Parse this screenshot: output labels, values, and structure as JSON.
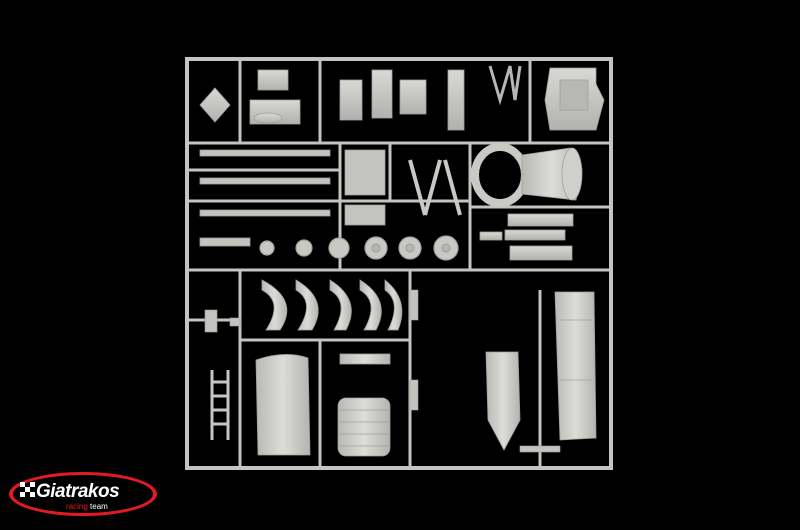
{
  "logo": {
    "brand": "Giatrakos",
    "tagline_red": "racing",
    "tagline_white": "team",
    "colors": {
      "red": "#e21b23",
      "white": "#ffffff",
      "black": "#000000"
    }
  },
  "colors": {
    "background": "#000000",
    "sprue": "#c9cac6",
    "sprue_shadow": "#a9aaa6"
  }
}
